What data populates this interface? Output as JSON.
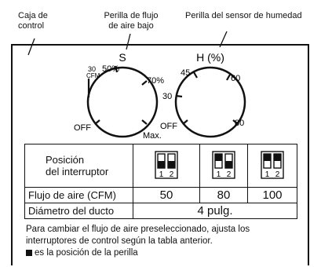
{
  "callouts": {
    "control_box": [
      "Caja de",
      "control"
    ],
    "low_airflow_knob": [
      "Perilla de flujo",
      "de aire bajo"
    ],
    "humidity_knob": "Perilla del sensor de humedad"
  },
  "dial_left": {
    "title": "S",
    "labels": [
      "30",
      "CFM",
      "50%",
      "70%",
      "OFF",
      "Max."
    ]
  },
  "dial_right": {
    "title": "H (%)",
    "labels": [
      "45",
      "60",
      "30",
      "OFF",
      "80"
    ]
  },
  "table": {
    "header_label": [
      "Posición",
      "del interruptor"
    ],
    "switch_numbers": [
      "1",
      "2"
    ],
    "row_airflow": {
      "label": "Flujo de aire (CFM)",
      "values": [
        "50",
        "80",
        "100"
      ]
    },
    "row_duct": {
      "label": "Diámetro del ducto",
      "value": "4 pulg."
    }
  },
  "note": {
    "line1": "Para cambiar el flujo de aire preseleccionado, ajusta los",
    "line2": "interruptores de control según la tabla anterior.",
    "legend": "es la posición de la perilla"
  }
}
